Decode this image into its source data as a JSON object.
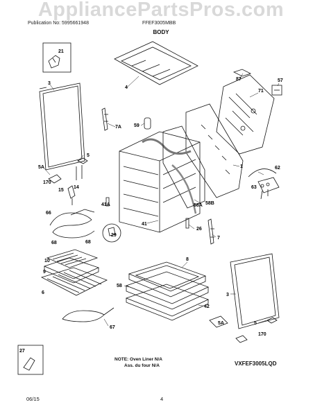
{
  "watermark": "AppliancePartsPros.com",
  "header": {
    "publication": "Publication No: 5995661948",
    "model": "FFEF3005MBB"
  },
  "section_title": "BODY",
  "part_labels": [
    "21",
    "3",
    "4",
    "87",
    "57",
    "71",
    "7A",
    "59",
    "5",
    "5A",
    "170",
    "15",
    "14",
    "66",
    "68",
    "68",
    "41A",
    "1",
    "58A",
    "58B",
    "62",
    "63",
    "41",
    "29",
    "26",
    "7",
    "10",
    "9",
    "6",
    "8",
    "58",
    "42",
    "3",
    "5A",
    "5",
    "170",
    "67",
    "27"
  ],
  "note": {
    "line1": "NOTE: Oven Liner N/A",
    "line2": "Ass. du four N/A"
  },
  "diagram_code": "VXFEF3005LQD",
  "footer": {
    "date": "06/15",
    "page": "4"
  }
}
